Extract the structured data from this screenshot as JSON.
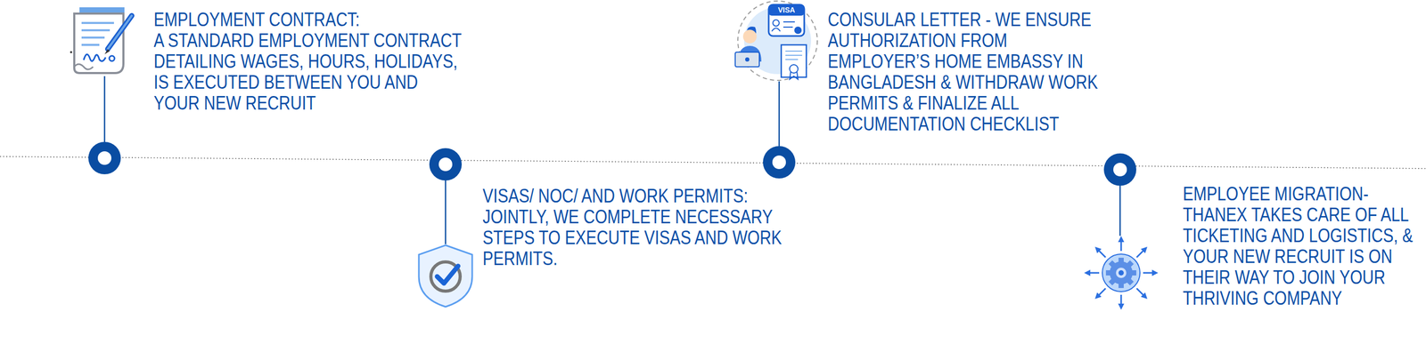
{
  "diagram": {
    "nodes": [
      {
        "text": [
          "EMPLOYMENT CONTRACT:",
          "A STANDARD EMPLOYMENT CONTRACT DETAILING WAGES, HOURS, HOLIDAYS, IS EXECUTED BETWEEN YOU AND YOUR NEW RECRUIT"
        ]
      },
      {
        "text": [
          "VISAS/ NOC/ AND WORK PERMITS:",
          "JOINTLY, WE COMPLETE NECESSARY STEPS TO EXECUTE VISAS AND WORK PERMITS."
        ]
      },
      {
        "text": [
          "CONSULAR LETTER - WE ENSURE AUTHORIZATION FROM EMPLOYER’S HOME EMBASSY IN BANGLADESH & WITHDRAW WORK PERMITS & FINALIZE ALL DOCUMENTATION CHECKLIST"
        ]
      },
      {
        "text": [
          "EMPLOYEE MIGRATION- THANEX TAKES CARE OF ALL TICKETING AND LOGISTICS, & YOUR NEW RECRUIT IS ON THEIR WAY TO JOIN YOUR THRIVING COMPANY"
        ]
      }
    ],
    "labels": [
      "VISA"
    ]
  }
}
